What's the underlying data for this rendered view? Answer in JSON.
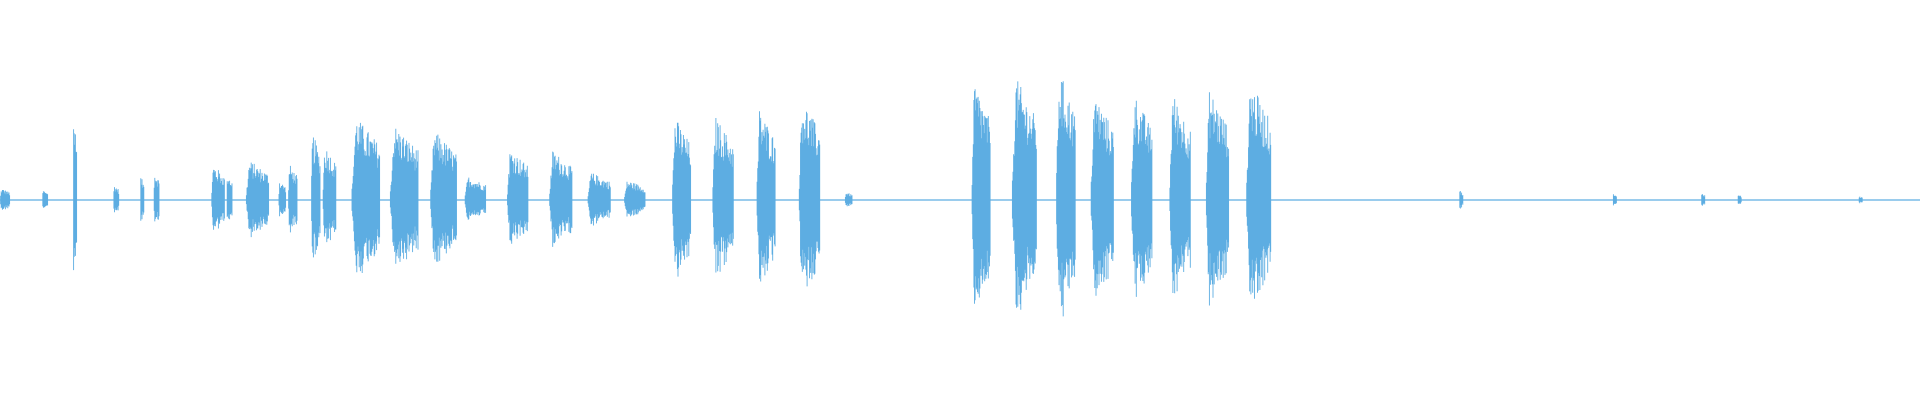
{
  "waveform": {
    "color": "#5dade2",
    "segments": [
      {
        "start": 0.0,
        "end": 0.005,
        "amp": 0.06
      },
      {
        "start": 0.022,
        "end": 0.025,
        "amp": 0.05
      },
      {
        "start": 0.038,
        "end": 0.04,
        "amp": 0.48
      },
      {
        "start": 0.059,
        "end": 0.062,
        "amp": 0.08
      },
      {
        "start": 0.073,
        "end": 0.075,
        "amp": 0.12
      },
      {
        "start": 0.08,
        "end": 0.083,
        "amp": 0.15
      },
      {
        "start": 0.11,
        "end": 0.117,
        "amp": 0.18
      },
      {
        "start": 0.118,
        "end": 0.121,
        "amp": 0.14
      },
      {
        "start": 0.128,
        "end": 0.14,
        "amp": 0.2
      },
      {
        "start": 0.145,
        "end": 0.149,
        "amp": 0.1
      },
      {
        "start": 0.15,
        "end": 0.155,
        "amp": 0.18
      },
      {
        "start": 0.162,
        "end": 0.167,
        "amp": 0.34
      },
      {
        "start": 0.168,
        "end": 0.175,
        "amp": 0.28
      },
      {
        "start": 0.183,
        "end": 0.198,
        "amp": 0.42
      },
      {
        "start": 0.203,
        "end": 0.218,
        "amp": 0.38
      },
      {
        "start": 0.224,
        "end": 0.238,
        "amp": 0.35
      },
      {
        "start": 0.242,
        "end": 0.253,
        "amp": 0.12
      },
      {
        "start": 0.264,
        "end": 0.275,
        "amp": 0.26
      },
      {
        "start": 0.286,
        "end": 0.298,
        "amp": 0.25
      },
      {
        "start": 0.306,
        "end": 0.318,
        "amp": 0.14
      },
      {
        "start": 0.325,
        "end": 0.336,
        "amp": 0.1
      },
      {
        "start": 0.35,
        "end": 0.36,
        "amp": 0.42
      },
      {
        "start": 0.371,
        "end": 0.382,
        "amp": 0.42
      },
      {
        "start": 0.394,
        "end": 0.404,
        "amp": 0.46
      },
      {
        "start": 0.416,
        "end": 0.427,
        "amp": 0.52
      },
      {
        "start": 0.44,
        "end": 0.444,
        "amp": 0.04
      },
      {
        "start": 0.506,
        "end": 0.516,
        "amp": 0.6
      },
      {
        "start": 0.527,
        "end": 0.54,
        "amp": 0.62
      },
      {
        "start": 0.55,
        "end": 0.56,
        "amp": 0.66
      },
      {
        "start": 0.568,
        "end": 0.58,
        "amp": 0.54
      },
      {
        "start": 0.589,
        "end": 0.6,
        "amp": 0.54
      },
      {
        "start": 0.609,
        "end": 0.62,
        "amp": 0.54
      },
      {
        "start": 0.628,
        "end": 0.64,
        "amp": 0.56
      },
      {
        "start": 0.649,
        "end": 0.662,
        "amp": 0.6
      },
      {
        "start": 0.76,
        "end": 0.762,
        "amp": 0.05
      },
      {
        "start": 0.84,
        "end": 0.842,
        "amp": 0.03
      },
      {
        "start": 0.886,
        "end": 0.888,
        "amp": 0.04
      },
      {
        "start": 0.905,
        "end": 0.907,
        "amp": 0.03
      },
      {
        "start": 0.968,
        "end": 0.97,
        "amp": 0.02
      }
    ]
  }
}
